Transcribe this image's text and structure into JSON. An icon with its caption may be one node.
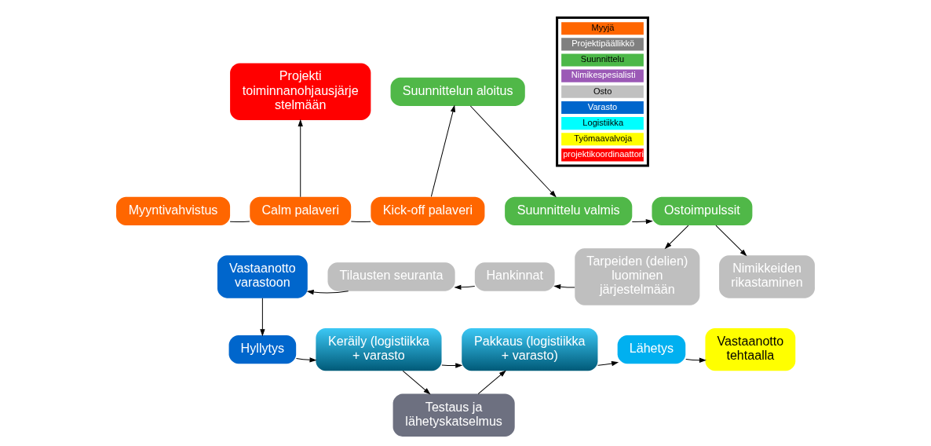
{
  "diagram": {
    "nodes": [
      {
        "text": [
          "Myyntivahvistus"
        ]
      },
      {
        "text": [
          "Projekti toiminnanohjausjärje stelmään"
        ]
      },
      {
        "text": [
          "Suunnittelun aloitus"
        ]
      },
      {
        "text": [
          "Calm palaveri"
        ]
      },
      {
        "text": [
          "Kick-off palaveri"
        ]
      },
      {
        "text": [
          "Suunnittelu valmis"
        ]
      },
      {
        "text": [
          "Ostoimpulssit"
        ]
      },
      {
        "text": [
          "Vastaanotto varastoon"
        ]
      },
      {
        "text": [
          "Tilausten seuranta"
        ]
      },
      {
        "text": [
          "Hankinnat"
        ]
      },
      {
        "text": [
          "Tarpeiden (delien) luominen järjestelmään"
        ]
      },
      {
        "text": [
          "Nimikkeiden rikastaminen"
        ]
      },
      {
        "text": [
          "Hyllytys"
        ]
      },
      {
        "text": [
          "Keräily (logistiikka + varasto"
        ]
      },
      {
        "text": [
          "Pakkaus (logistiikka + varasto)"
        ]
      },
      {
        "text": [
          "Lähetys"
        ]
      },
      {
        "text": [
          "Vastaanotto tehtaalla"
        ]
      },
      {
        "text": [
          "Testaus ja lähetyskatselmus"
        ]
      }
    ],
    "edges": [
      {
        "from": 0,
        "to": 3,
        "arrow": "none"
      },
      {
        "from": 3,
        "to": 4,
        "arrow": "none"
      },
      {
        "from": 3,
        "to": 1,
        "arrow": "to"
      },
      {
        "from": 4,
        "to": 2,
        "arrow": "to"
      },
      {
        "from": 2,
        "to": 5,
        "arrow": "to"
      },
      {
        "from": 5,
        "to": 6,
        "arrow": "to"
      },
      {
        "from": 6,
        "to": 10,
        "arrow": "to"
      },
      {
        "from": 6,
        "to": 11,
        "arrow": "to"
      },
      {
        "from": 10,
        "to": 9,
        "arrow": "to"
      },
      {
        "from": 9,
        "to": 8,
        "arrow": "to"
      },
      {
        "from": 8,
        "to": 7,
        "arrow": "to"
      },
      {
        "from": 7,
        "to": 12,
        "arrow": "to"
      },
      {
        "from": 12,
        "to": 13,
        "arrow": "to"
      },
      {
        "from": 13,
        "to": 14,
        "arrow": "to"
      },
      {
        "from": 14,
        "to": 15,
        "arrow": "to"
      },
      {
        "from": 15,
        "to": 16,
        "arrow": "to"
      },
      {
        "from": 13,
        "to": 17,
        "arrow": "to"
      },
      {
        "from": 17,
        "to": 14,
        "arrow": "to"
      }
    ],
    "legend": [
      {
        "text": "Myyjä",
        "color": "#ff6600"
      },
      {
        "text": "Projektipäällikkö",
        "color": "#808080"
      },
      {
        "text": "Suunnittelu",
        "color": "#4cb848"
      },
      {
        "text": "Nimikespesialisti",
        "color": "#9b59b6"
      },
      {
        "text": "Osto",
        "color": "#c0c0c0"
      },
      {
        "text": "Varasto",
        "color": "#0066cc"
      },
      {
        "text": "Logistiikka",
        "color": "#00ffff"
      },
      {
        "text": "Työmaavalvoja",
        "color": "#ffff00"
      },
      {
        "text": "projektikoordinaattori",
        "color": "#ff0000"
      }
    ]
  }
}
